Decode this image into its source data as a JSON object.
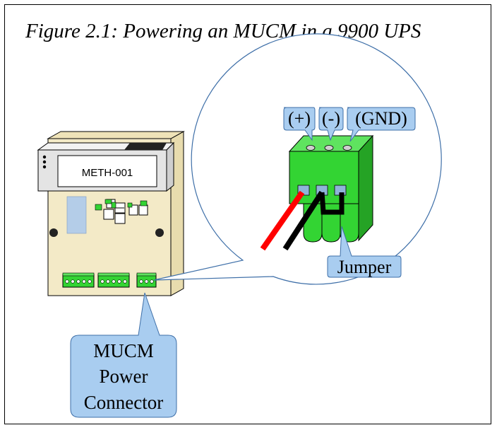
{
  "title": "Figure 2.1: Powering an MUCM in a 9900 UPS",
  "device_label": "METH-001",
  "terminal_labels": [
    "(+)",
    "(-)",
    "(GND)"
  ],
  "jumper_label": "Jumper",
  "callout_lines": [
    "MUCM",
    "Power",
    "Connector"
  ],
  "colors": {
    "connector_green": "#33d433",
    "callout_fill": "#a9cdf0",
    "device_body": "#f3eac7",
    "wire_red": "#ff0000",
    "wire_black": "#000000"
  }
}
